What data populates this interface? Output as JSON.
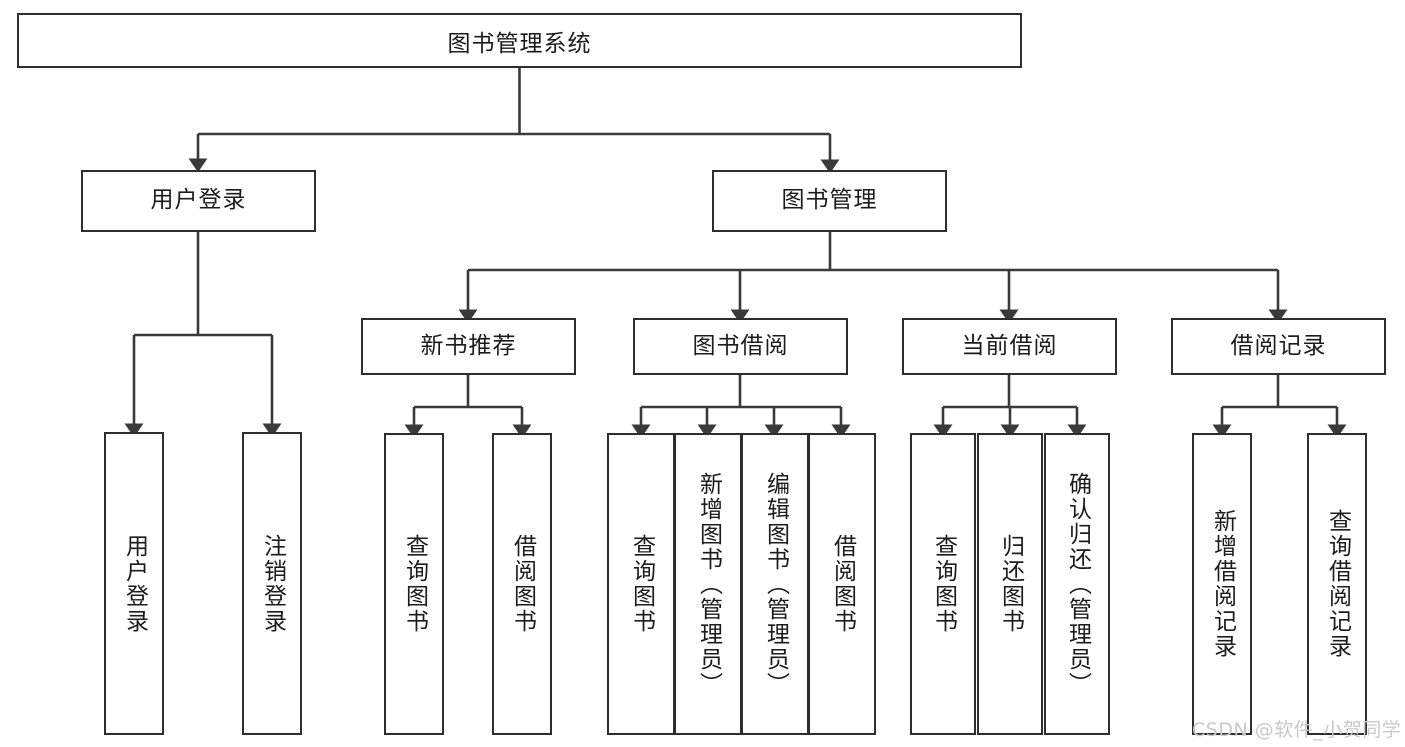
{
  "diagram": {
    "title": "图书管理系统",
    "type": "tree-hierarchy",
    "watermark": "CSDN @软件_小贺同学",
    "colors": {
      "background": "#ffffff",
      "border": "#2e2e2e",
      "text": "#1c1c1c",
      "edge": "#3a3a3a",
      "watermark": "#c9c9c9"
    },
    "root": {
      "label": "图书管理系统"
    },
    "level2": [
      {
        "id": "user-login",
        "label": "用户登录"
      },
      {
        "id": "book-management",
        "label": "图书管理"
      }
    ],
    "level3": [
      {
        "id": "new-book-recommend",
        "label": "新书推荐"
      },
      {
        "id": "book-borrow",
        "label": "图书借阅"
      },
      {
        "id": "current-borrow",
        "label": "当前借阅"
      },
      {
        "id": "borrow-record",
        "label": "借阅记录"
      }
    ],
    "leaves": {
      "user_login": [
        {
          "id": "leaf-user-login",
          "label": "用户登录"
        },
        {
          "id": "leaf-logout-login",
          "label": "注销登录"
        }
      ],
      "new_book_recommend": [
        {
          "id": "leaf-query-book-1",
          "label": "查询图书"
        },
        {
          "id": "leaf-borrow-book-1",
          "label": "借阅图书"
        }
      ],
      "book_borrow": [
        {
          "id": "leaf-query-book-2",
          "label": "查询图书"
        },
        {
          "id": "leaf-add-book",
          "label": "新增图书（管理员）"
        },
        {
          "id": "leaf-edit-book",
          "label": "编辑图书（管理员）"
        },
        {
          "id": "leaf-borrow-book-2",
          "label": "借阅图书"
        }
      ],
      "current_borrow": [
        {
          "id": "leaf-query-book-3",
          "label": "查询图书"
        },
        {
          "id": "leaf-return-book",
          "label": "归还图书"
        },
        {
          "id": "leaf-confirm-return",
          "label": "确认归还（管理员）"
        }
      ],
      "borrow_record": [
        {
          "id": "leaf-add-record",
          "label": "新增借阅记录"
        },
        {
          "id": "leaf-query-record",
          "label": "查询借阅记录"
        }
      ]
    }
  }
}
